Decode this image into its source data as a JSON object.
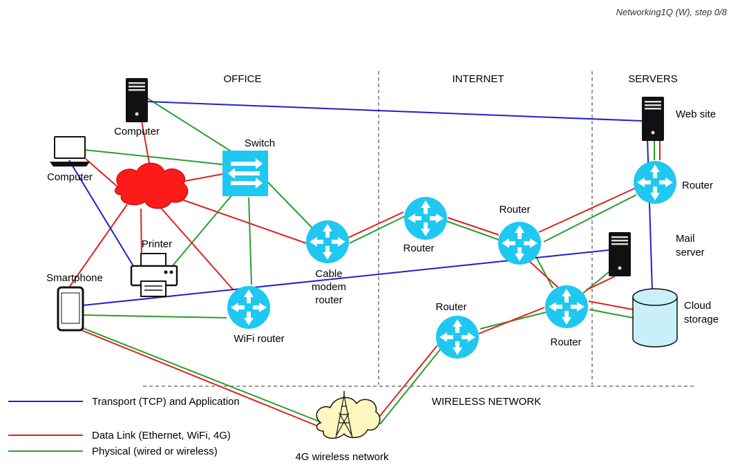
{
  "step_label": "Networking1Q (W), step 0/8",
  "zones": {
    "office": "OFFICE",
    "internet": "INTERNET",
    "servers": "SERVERS",
    "wireless": "WIRELESS NETWORK"
  },
  "nodes": {
    "computer_tower": "Computer",
    "computer_laptop": "Computer",
    "switch": "Switch",
    "printer": "Printer",
    "smartphone": "Smartphone",
    "wifi_router": "WiFi router",
    "cable_modem_1": "Cable",
    "cable_modem_2": "modem",
    "cable_modem_3": "router",
    "router_a": "Router",
    "router_b": "Router",
    "router_c": "Router",
    "router_d": "Router",
    "router_e": "Router",
    "web_site": "Web site",
    "mail_server_1": "Mail",
    "mail_server_2": "server",
    "cloud_storage_1": "Cloud",
    "cloud_storage_2": "storage",
    "wireless_4g": "4G wireless network"
  },
  "legend": {
    "transport": "Transport (TCP) and Application",
    "datalink": "Data Link (Ethernet, WiFi, 4G)",
    "physical": "Physical (wired or wireless)"
  },
  "colors": {
    "transport": "#1f1fd0",
    "datalink": "#e02020",
    "physical": "#2a9d2a",
    "router": "#1ec8f0",
    "ethernet_cloud": "#ff1a1a",
    "wireless_cloud": "#fff7c0",
    "storage": "#c8f0f8"
  }
}
